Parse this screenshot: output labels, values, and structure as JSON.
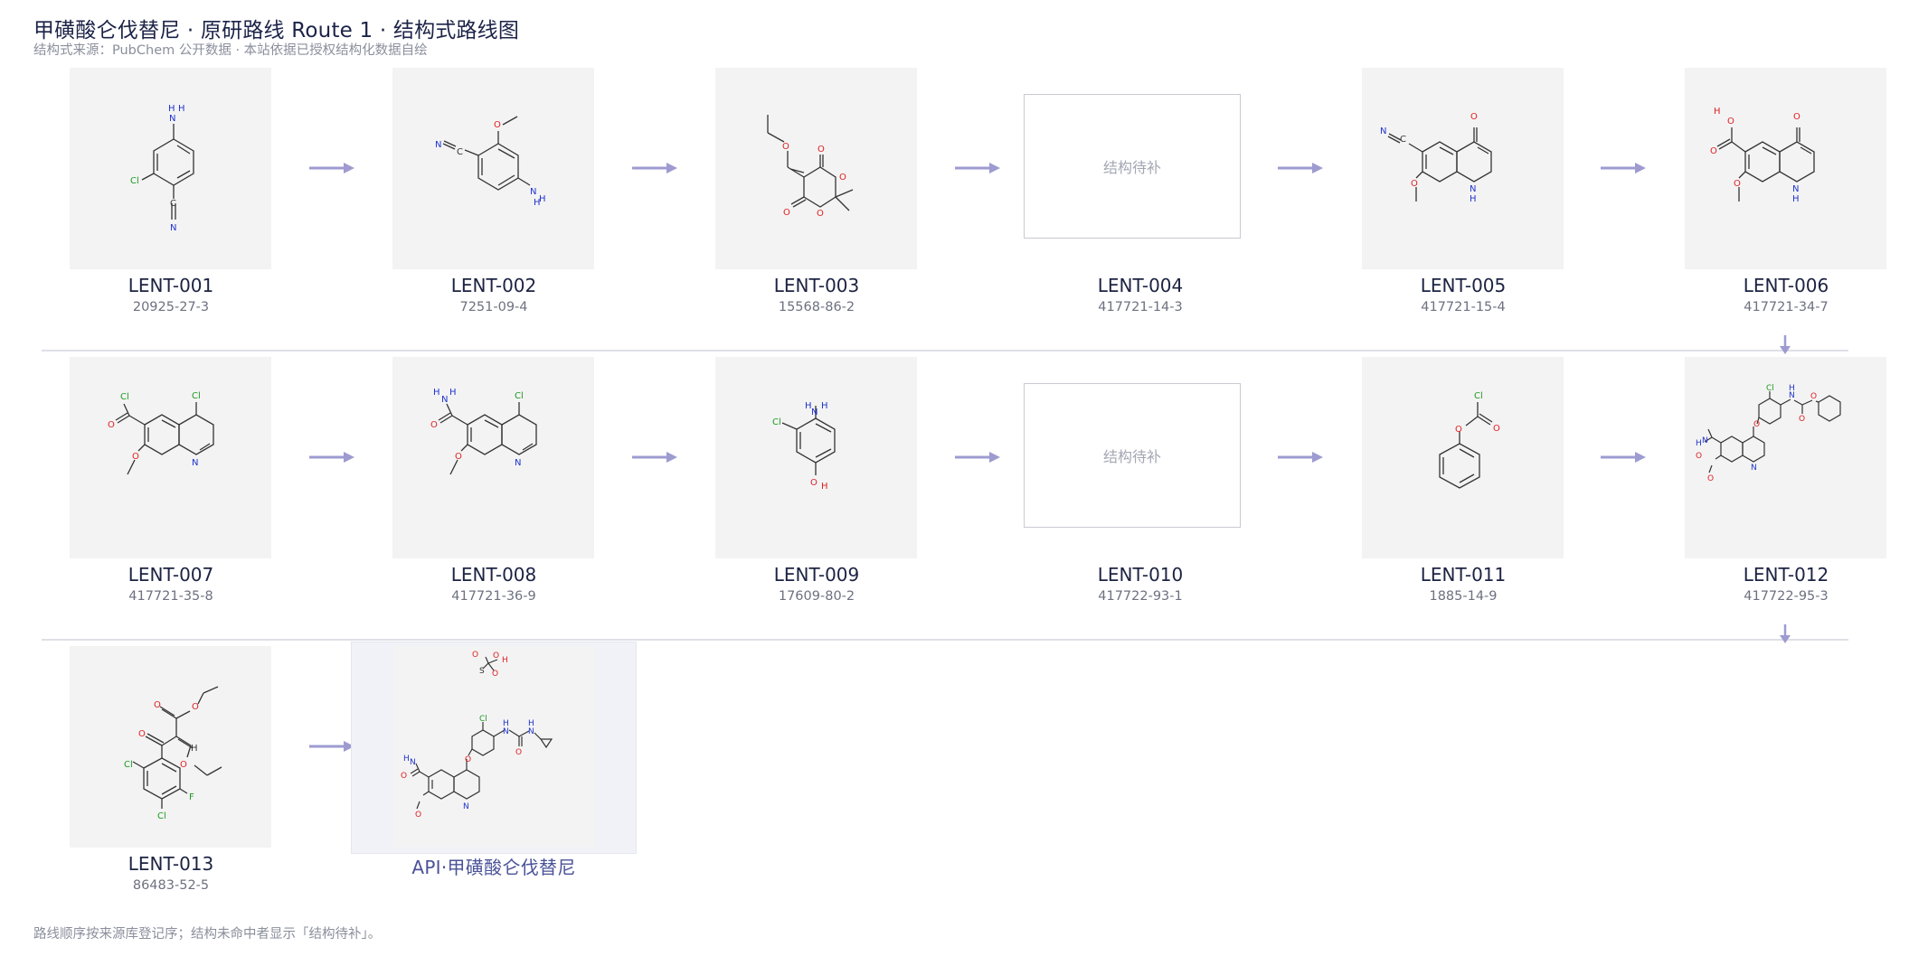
{
  "header": {
    "title": "甲磺酸仑伐替尼 · 原研路线 Route 1 · 结构式路线图",
    "subtitle": "结构式来源：PubChem 公开数据 · 本站依据已授权结构化数据自绘"
  },
  "footer": {
    "note": "路线顺序按来源库登记序；结构未命中者显示「结构待补」。"
  },
  "colors": {
    "accent": "#9d9bd0",
    "title": "#1c2348",
    "tile_bg": "#f3f3f4",
    "api_bg": "#f1f1f8",
    "api_text": "#4a5298",
    "oxygen": "#e02020",
    "nitrogen": "#1f33cc",
    "chlorine": "#1f9a1f"
  },
  "placeholder_text": "结构待补",
  "nodes": [
    {
      "code": "LENT-001",
      "cas": "20925-27-3",
      "has_structure": true
    },
    {
      "code": "LENT-002",
      "cas": "7251-09-4",
      "has_structure": true
    },
    {
      "code": "LENT-003",
      "cas": "15568-86-2",
      "has_structure": true
    },
    {
      "code": "LENT-004",
      "cas": "417721-14-3",
      "has_structure": false
    },
    {
      "code": "LENT-005",
      "cas": "417721-15-4",
      "has_structure": true
    },
    {
      "code": "LENT-006",
      "cas": "417721-34-7",
      "has_structure": true
    },
    {
      "code": "LENT-007",
      "cas": "417721-35-8",
      "has_structure": true
    },
    {
      "code": "LENT-008",
      "cas": "417721-36-9",
      "has_structure": true
    },
    {
      "code": "LENT-009",
      "cas": "17609-80-2",
      "has_structure": true
    },
    {
      "code": "LENT-010",
      "cas": "417722-93-1",
      "has_structure": false
    },
    {
      "code": "LENT-011",
      "cas": "1885-14-9",
      "has_structure": true
    },
    {
      "code": "LENT-012",
      "cas": "417722-95-3",
      "has_structure": true
    },
    {
      "code": "LENT-013",
      "cas": "86483-52-5",
      "has_structure": true
    }
  ],
  "api": {
    "label": "API·甲磺酸仑伐替尼"
  }
}
